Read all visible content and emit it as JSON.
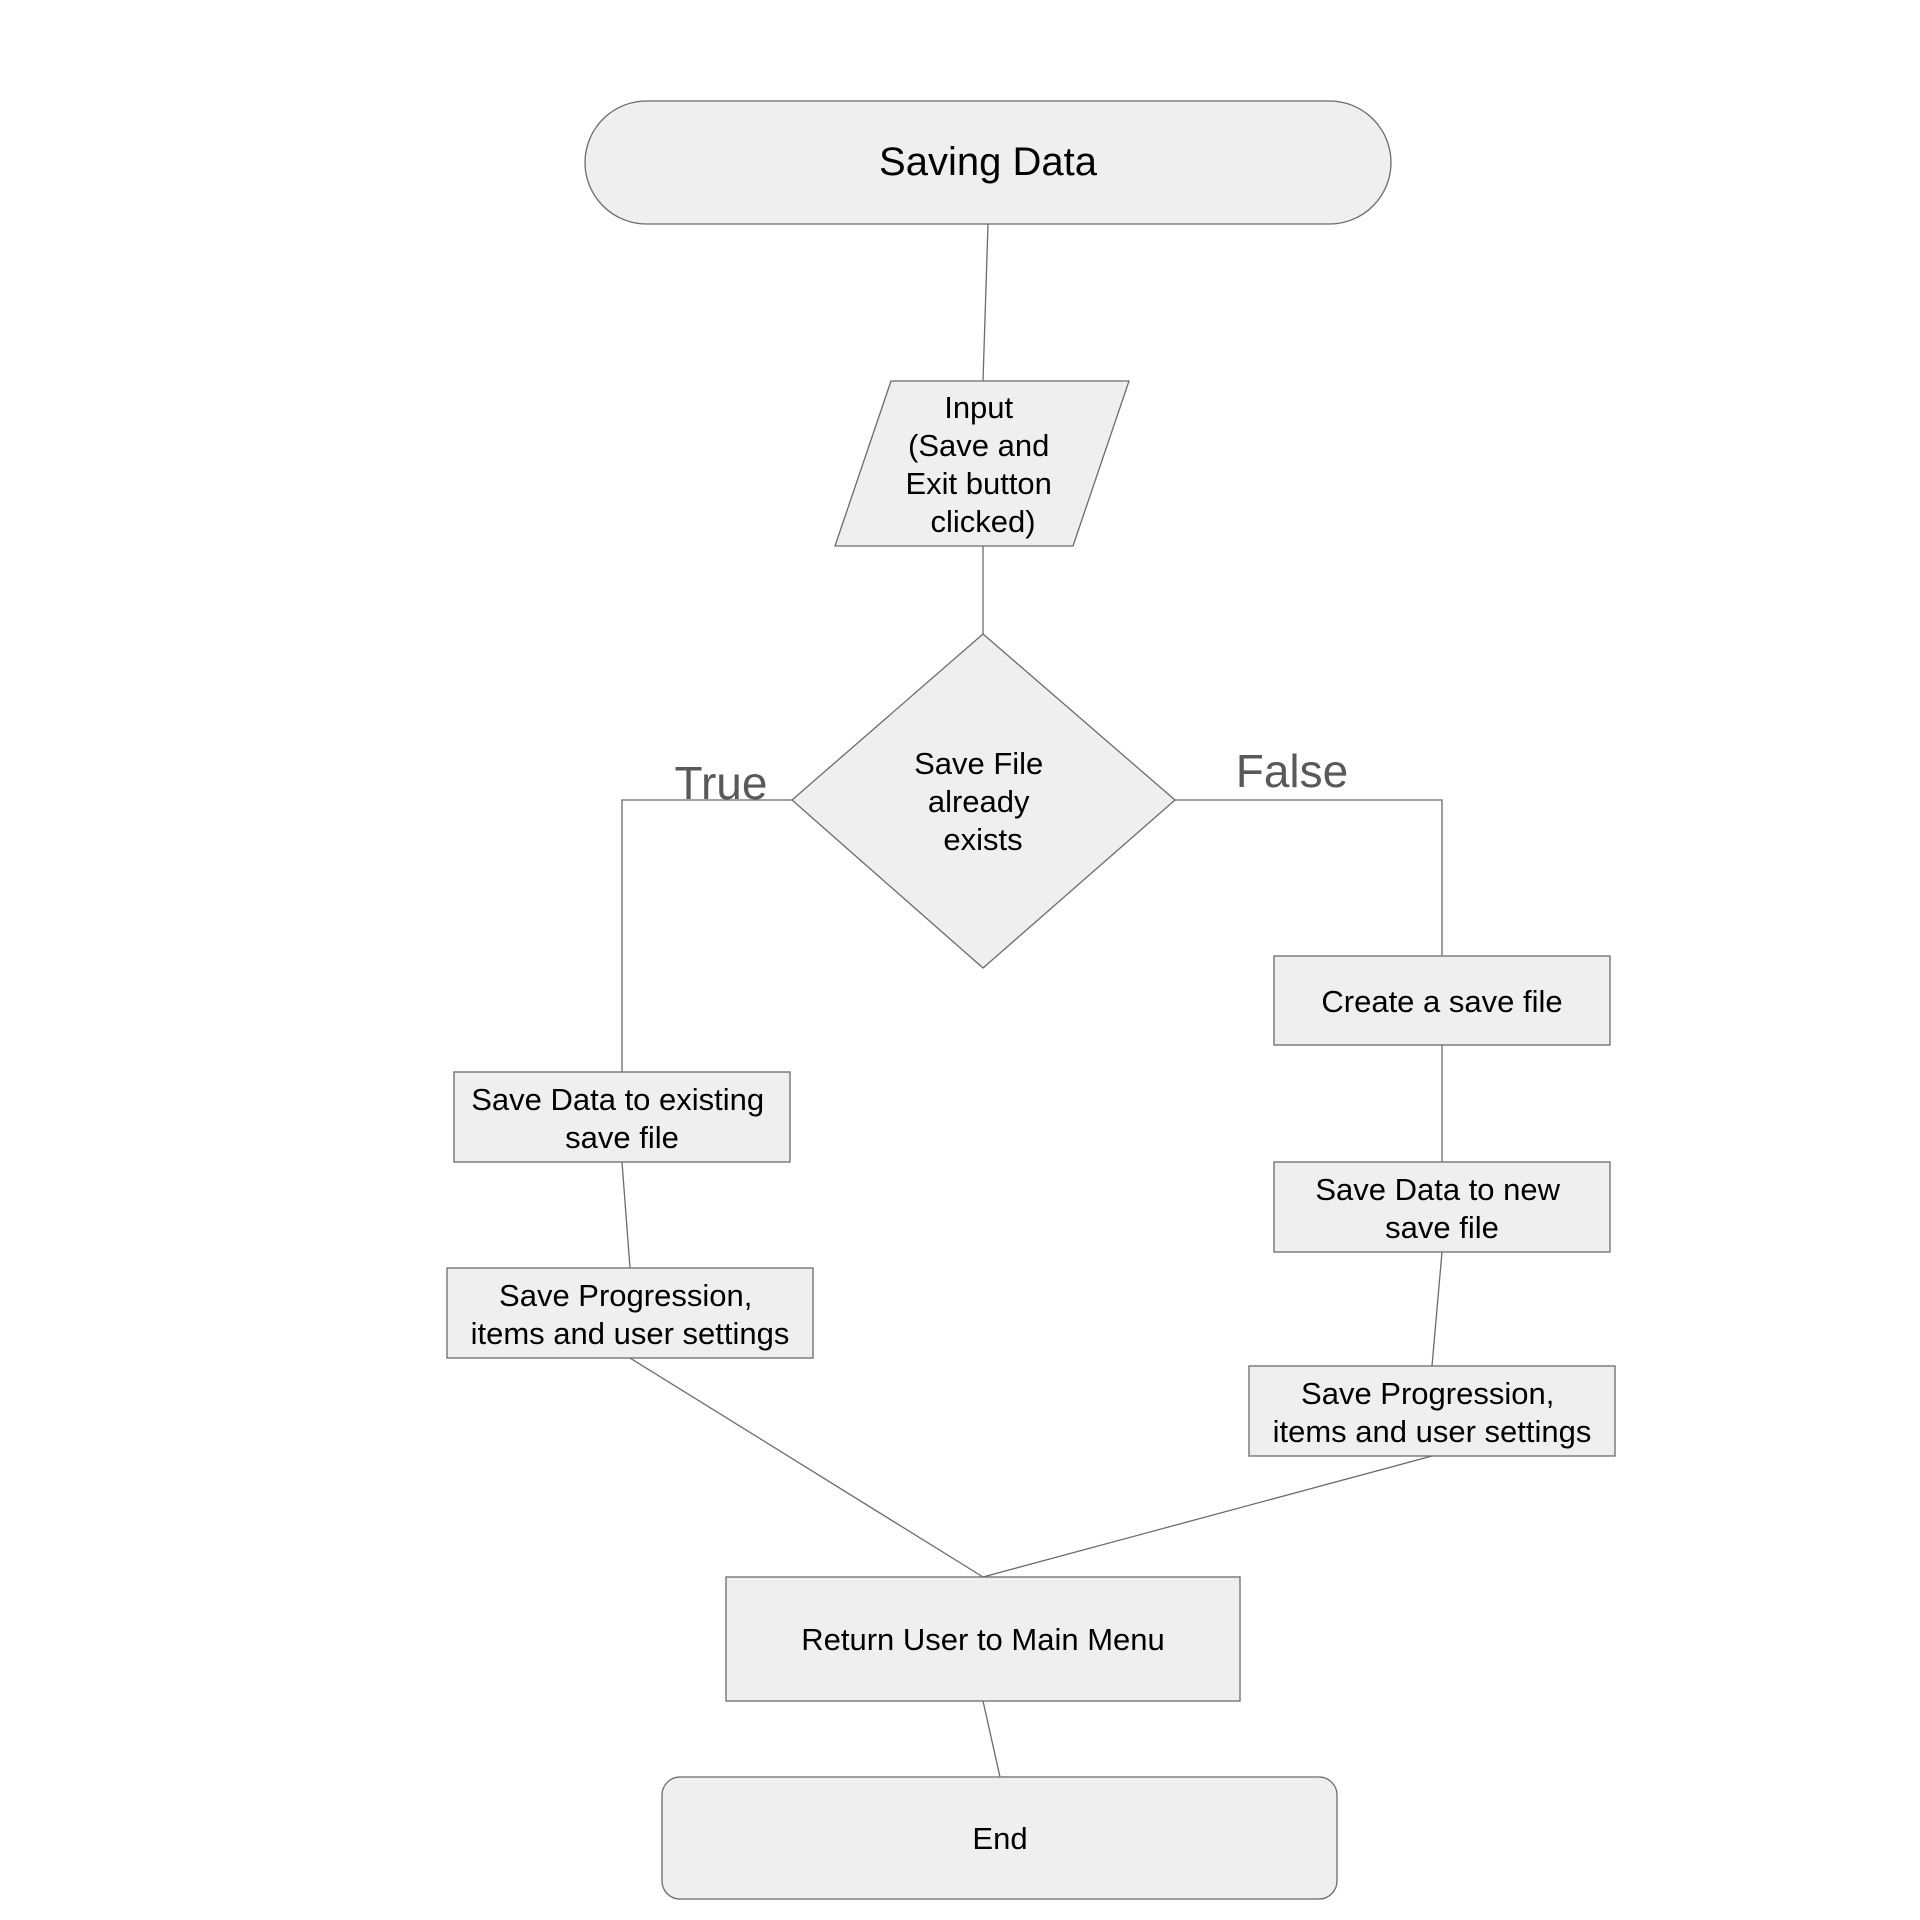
{
  "title": "Saving Data",
  "nodes": {
    "input": {
      "lines": [
        "Input",
        "(Save and",
        "Exit button",
        "clicked)"
      ]
    },
    "decision": {
      "lines": [
        "Save File",
        "already",
        "exists"
      ]
    },
    "save_existing": {
      "lines": [
        "Save Data to existing",
        "save file"
      ]
    },
    "save_progression_left": {
      "lines": [
        "Save Progression,",
        "items and user settings"
      ]
    },
    "create_file": {
      "lines": [
        "Create a save file"
      ]
    },
    "save_new": {
      "lines": [
        "Save Data to new",
        "save file"
      ]
    },
    "save_progression_right": {
      "lines": [
        "Save Progression,",
        "items and user settings"
      ]
    },
    "return_menu": {
      "lines": [
        "Return User to Main Menu"
      ]
    },
    "end": {
      "lines": [
        "End"
      ]
    }
  },
  "branches": {
    "true_label": "True",
    "false_label": "False"
  },
  "colors": {
    "fill": "#efefef",
    "stroke": "#6b6b6b",
    "branch_text": "#595959"
  }
}
